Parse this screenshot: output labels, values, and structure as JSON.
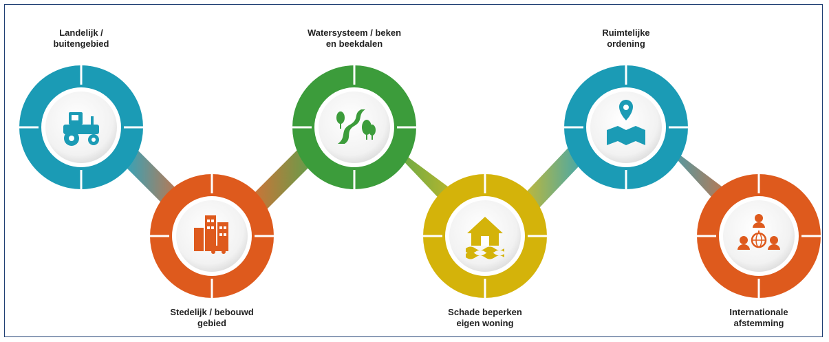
{
  "nodes": [
    {
      "id": "landelijk",
      "line1": "Landelijk /",
      "line2": "buitengebied",
      "color": "#1b9bb5",
      "icon": "tractor-icon"
    },
    {
      "id": "stedelijk",
      "line1": "Stedelijk / bebouwd",
      "line2": "gebied",
      "color": "#de5a1d",
      "icon": "city-buildings-icon"
    },
    {
      "id": "watersysteem",
      "line1": "Watersysteem / beken",
      "line2": "en beekdalen",
      "color": "#3c9c3b",
      "icon": "river-trees-icon"
    },
    {
      "id": "schade",
      "line1": "Schade beperken",
      "line2": "eigen woning",
      "color": "#d4b30a",
      "icon": "flooded-house-icon"
    },
    {
      "id": "ruimtelijke",
      "line1": "Ruimtelijke",
      "line2": "ordening",
      "color": "#1b9bb5",
      "icon": "map-pin-icon"
    },
    {
      "id": "internationale",
      "line1": "Internationale",
      "line2": "afstemming",
      "color": "#de5a1d",
      "icon": "people-globe-icon"
    }
  ],
  "colors": {
    "icon_teal": "#1b9bb5",
    "icon_orange": "#de5a1d",
    "icon_green": "#3c9c3b",
    "icon_yellow": "#d4b30a",
    "frame": "#1f3f73"
  }
}
